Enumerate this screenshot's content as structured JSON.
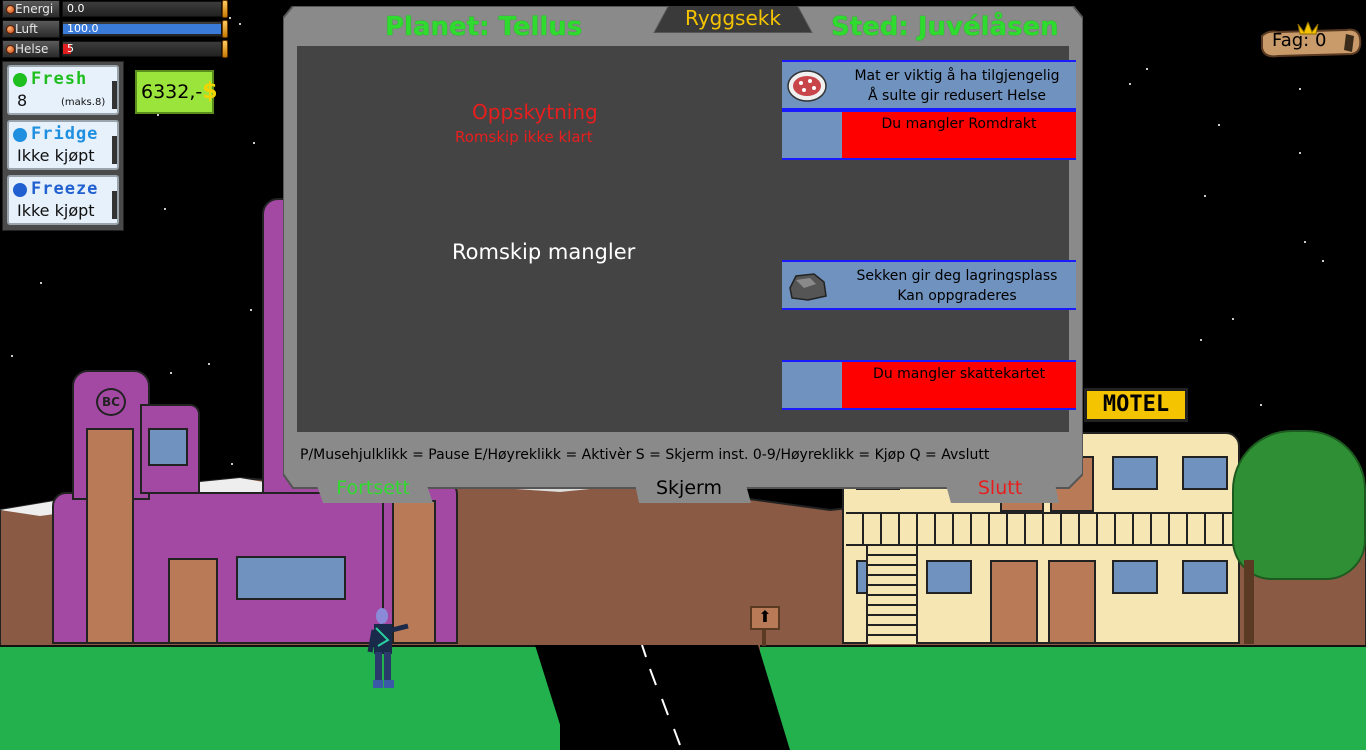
{
  "hud": {
    "stats": [
      {
        "label": "Energi",
        "value": "0.0",
        "fraction": 0.0,
        "color": "#d04010"
      },
      {
        "label": "Luft",
        "value": "100.0",
        "fraction": 1.0,
        "color": "#3a7ad8"
      },
      {
        "label": "Helse",
        "value": "5",
        "fraction": 0.05,
        "color": "#e02020"
      }
    ],
    "storage": [
      {
        "name": "Fresh",
        "color": "#1fbf1f",
        "line": "8",
        "sub": "(maks.8)"
      },
      {
        "name": "Fridge",
        "color": "#1f8fe0",
        "line": "Ikke kjøpt",
        "sub": ""
      },
      {
        "name": "Freeze",
        "color": "#2060d0",
        "line": "Ikke kjøpt",
        "sub": ""
      }
    ],
    "money": {
      "amount": "6332,-",
      "symbol": "$"
    },
    "fag": "Fag: 0"
  },
  "dialog": {
    "planet": "Planet: Tellus",
    "tab": "Ryggsekk",
    "location": "Sted: Juvélåsen",
    "launch_title": "Oppskytning",
    "launch_status": "Romskip ikke klart",
    "missing_ship": "Romskip mangler",
    "items": [
      {
        "line1": "Mat er viktig å ha tilgjengelig",
        "line2": "Å sulte gir redusert Helse",
        "icon": "food-bowl-icon"
      },
      {
        "line1": "Sekken gir deg lagringsplass",
        "line2": "Kan oppgraderes",
        "icon": "backpack-rock-icon"
      }
    ],
    "warnings": [
      "Du mangler Romdrakt",
      "Du mangler skattekartet"
    ],
    "hints": "P/Musehjulklikk = Pause   E/Høyreklikk = Aktivèr   S = Skjerm inst.   0-9/Høyreklikk = Kjøp   Q = Avslutt",
    "buttons": {
      "continue": "Fortsett",
      "screen": "Skjerm",
      "quit": "Slutt"
    },
    "button_colors": {
      "continue": "#2edb2e",
      "screen": "#000000",
      "quit": "#e81e1e"
    }
  },
  "scene": {
    "motel_sign": "MOTEL",
    "factory_logo": "BC"
  }
}
